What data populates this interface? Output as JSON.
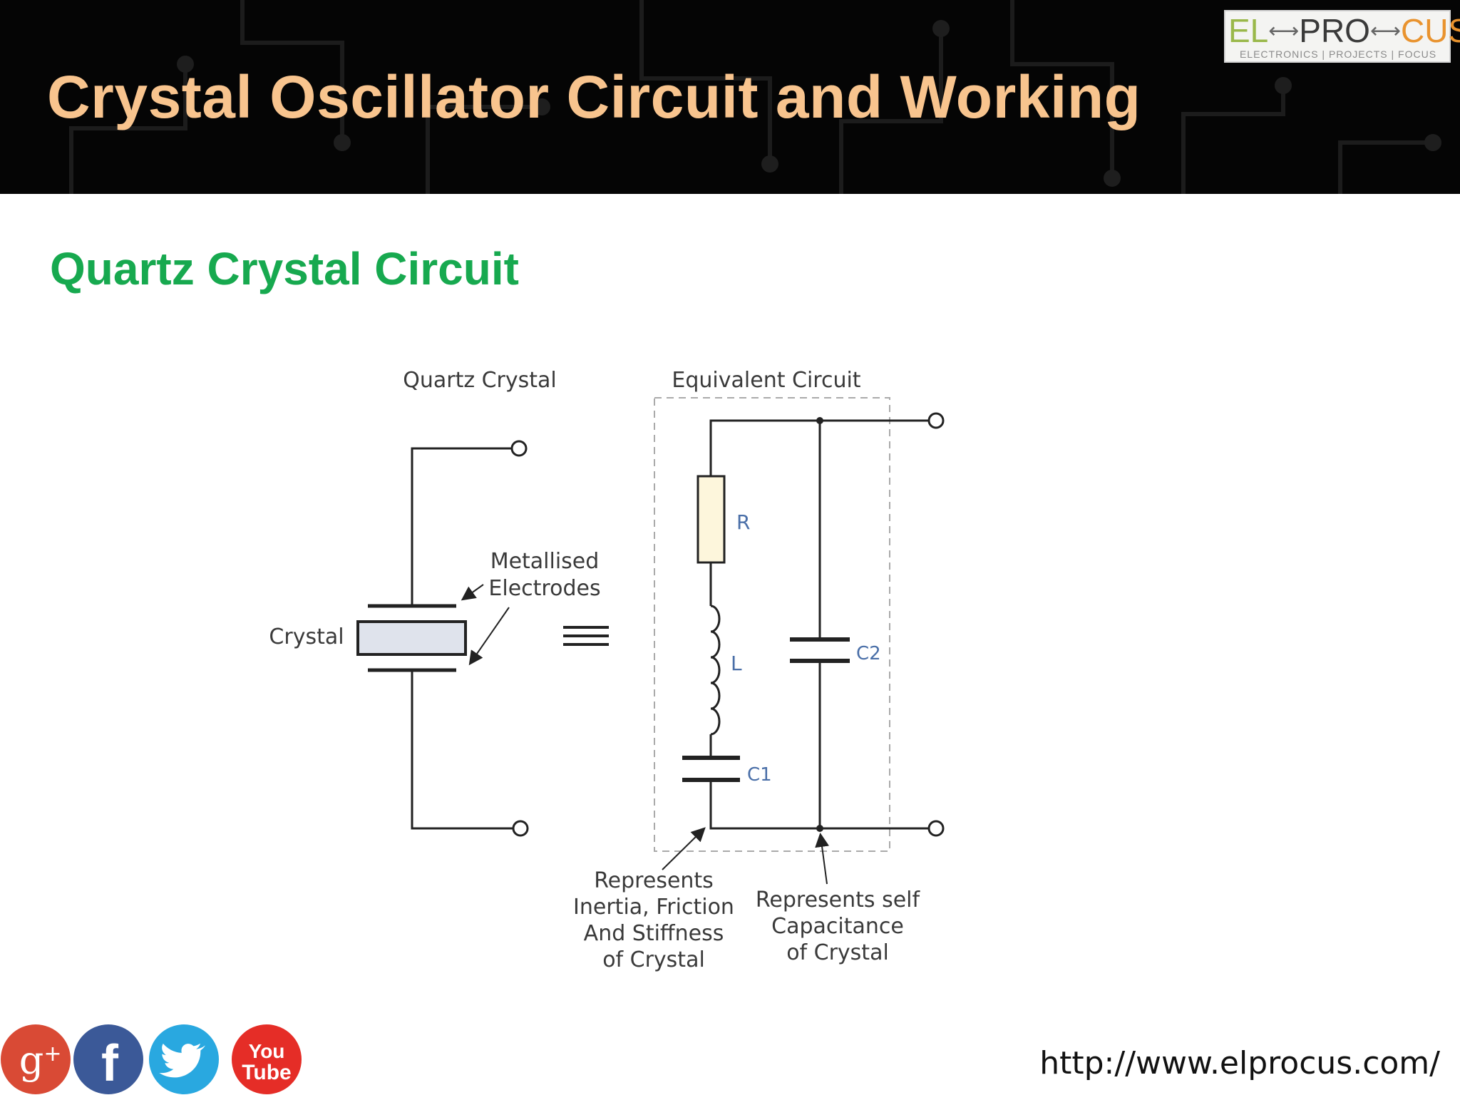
{
  "header": {
    "title": "Crystal Oscillator Circuit and Working",
    "logo": {
      "left": "EL",
      "middle": "PRO",
      "right": "CUS",
      "tagline": "ELECTRONICS | PROJECTS | FOCUS"
    }
  },
  "section_title": "Quartz Crystal Circuit",
  "diagram": {
    "quartz_crystal_title": "Quartz Crystal",
    "equivalent_circuit_title": "Equivalent Circuit",
    "crystal_label": "Crystal",
    "electrodes_label": [
      "Metallised",
      "Electrodes"
    ],
    "resistor_label": "R",
    "inductor_label": "L",
    "capacitor1_label": "C1",
    "capacitor2_label": "C2",
    "series_note": [
      "Represents",
      "Inertia, Friction",
      "And Stiffness",
      "of Crystal"
    ],
    "parallel_note": [
      "Represents self",
      "Capacitance",
      "of Crystal"
    ],
    "equivalence_symbol": "≡"
  },
  "social": {
    "icons": [
      "google-plus-icon",
      "facebook-icon",
      "twitter-icon",
      "youtube-icon"
    ],
    "colors": {
      "google_plus": "#d94a35",
      "facebook": "#3b5998",
      "twitter": "#29a8e0",
      "youtube": "#e52d27"
    },
    "youtube_text": [
      "You",
      "Tube"
    ]
  },
  "footer_url": "http://www.elprocus.com/"
}
